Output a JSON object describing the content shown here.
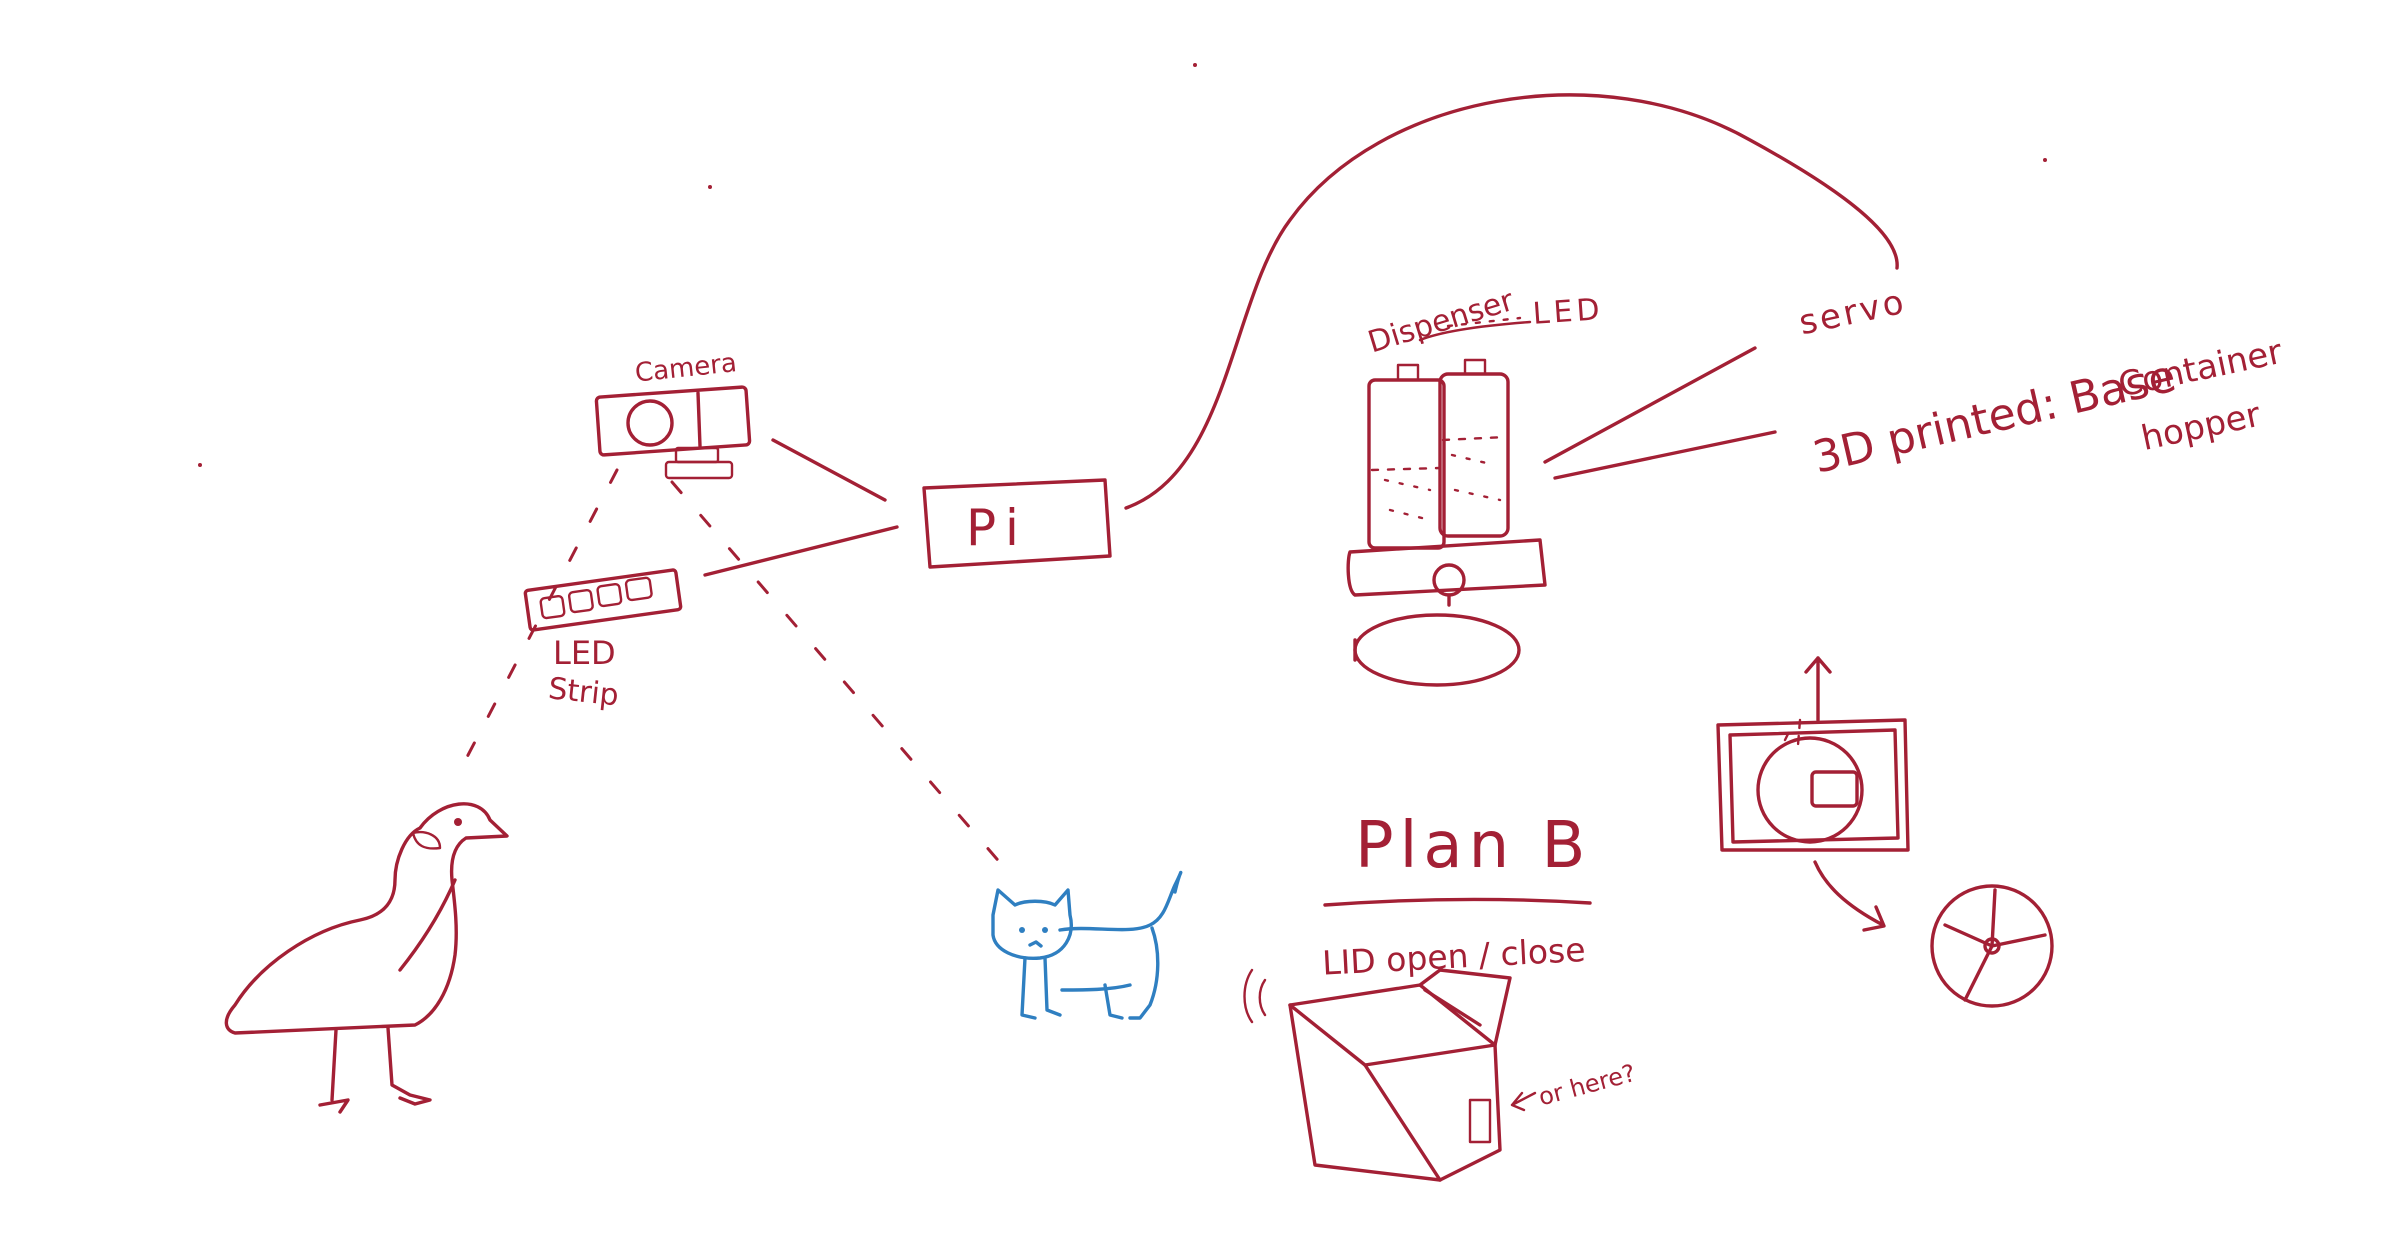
{
  "labels": {
    "camera": "Camera",
    "led_strip_line1": "LED",
    "led_strip_line2": "Strip",
    "pi": "Pi",
    "dispenser": "Dispenser",
    "dispenser_led": "LED",
    "servo": "servo",
    "printed": "3D printed: Base",
    "container": "Container",
    "hopper": "hopper",
    "plan_b": "Plan B",
    "lid": "LID open / close",
    "or_here": "or here?"
  },
  "colors": {
    "marker_red": "#a32035",
    "marker_blue": "#2f7fc1",
    "board": "#ffffff"
  }
}
